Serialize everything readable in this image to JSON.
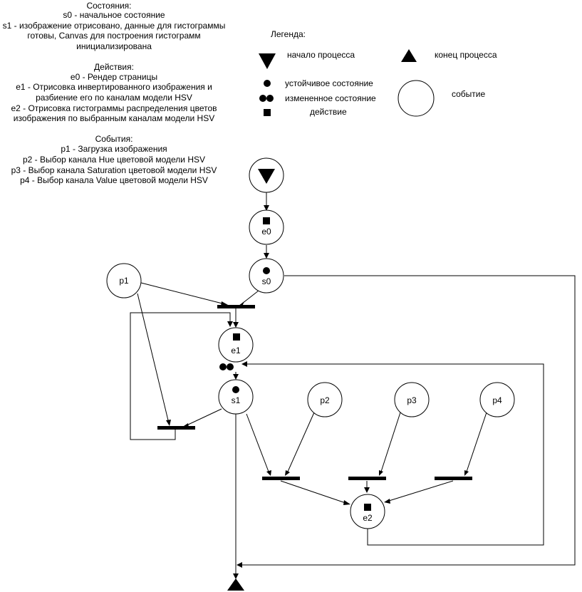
{
  "header": {
    "states_title": "Состояния:",
    "states": [
      "s0 - начальное состояние",
      "s1 - изображение отрисовано, данные для гистограммы",
      "готовы, Canvas для построения гистограмм",
      "инициализирована"
    ],
    "actions_title": "Действия:",
    "actions": [
      "e0 - Рендер страницы",
      "e1 - Отрисовка инвертированного изображения и",
      "разбиение его по каналам модели HSV",
      "e2 - Отрисовка гистограммы распределения цветов",
      "изображения по выбранным каналам модели HSV"
    ],
    "events_title": "События:",
    "events": [
      "p1 - Загрузка изображения",
      "p2 - Выбор канала Hue цветовой модели HSV",
      "p3 - Выбор канала Saturation цветовой модели HSV",
      "p4 - Выбор канала Value цветовой модели HSV"
    ]
  },
  "legend": {
    "title": "Легенда:",
    "start": "начало процесса",
    "end": "конец процесса",
    "stable": "устойчивое состояние",
    "changed": "измененное состояние",
    "action": "действие",
    "event": "событие"
  },
  "nodes": {
    "e0": "e0",
    "s0": "s0",
    "p1": "p1",
    "e1": "e1",
    "s1": "s1",
    "p2": "p2",
    "p3": "p3",
    "p4": "p4",
    "e2": "e2"
  }
}
